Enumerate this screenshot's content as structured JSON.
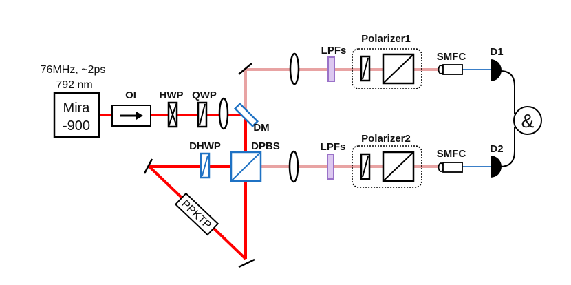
{
  "laser": {
    "spec_line1": "76MHz,  ~2ps",
    "spec_line2": "792 nm",
    "name_line1": "Mira",
    "name_line2": "-900"
  },
  "labels": {
    "oi": "OI",
    "hwp": "HWP",
    "qwp": "QWP",
    "dm": "DM",
    "dhwp": "DHWP",
    "dpbs": "DPBS",
    "ppktp": "PPKTP",
    "lpfs_top": "LPFs",
    "lpfs_bottom": "LPFs",
    "polarizer1": "Polarizer1",
    "polarizer2": "Polarizer2",
    "smfc_top": "SMFC",
    "smfc_bottom": "SMFC",
    "d1": "D1",
    "d2": "D2",
    "coincidence": "&"
  },
  "colors": {
    "pump_beam": "#ff0000",
    "photon_beam": "#e8a3a3",
    "dichroic_optics": "#1f72c4",
    "fiber": "#3a7fc8",
    "lpf_fill": "#dcc8f0",
    "lpf_stroke": "#9a72c8"
  }
}
